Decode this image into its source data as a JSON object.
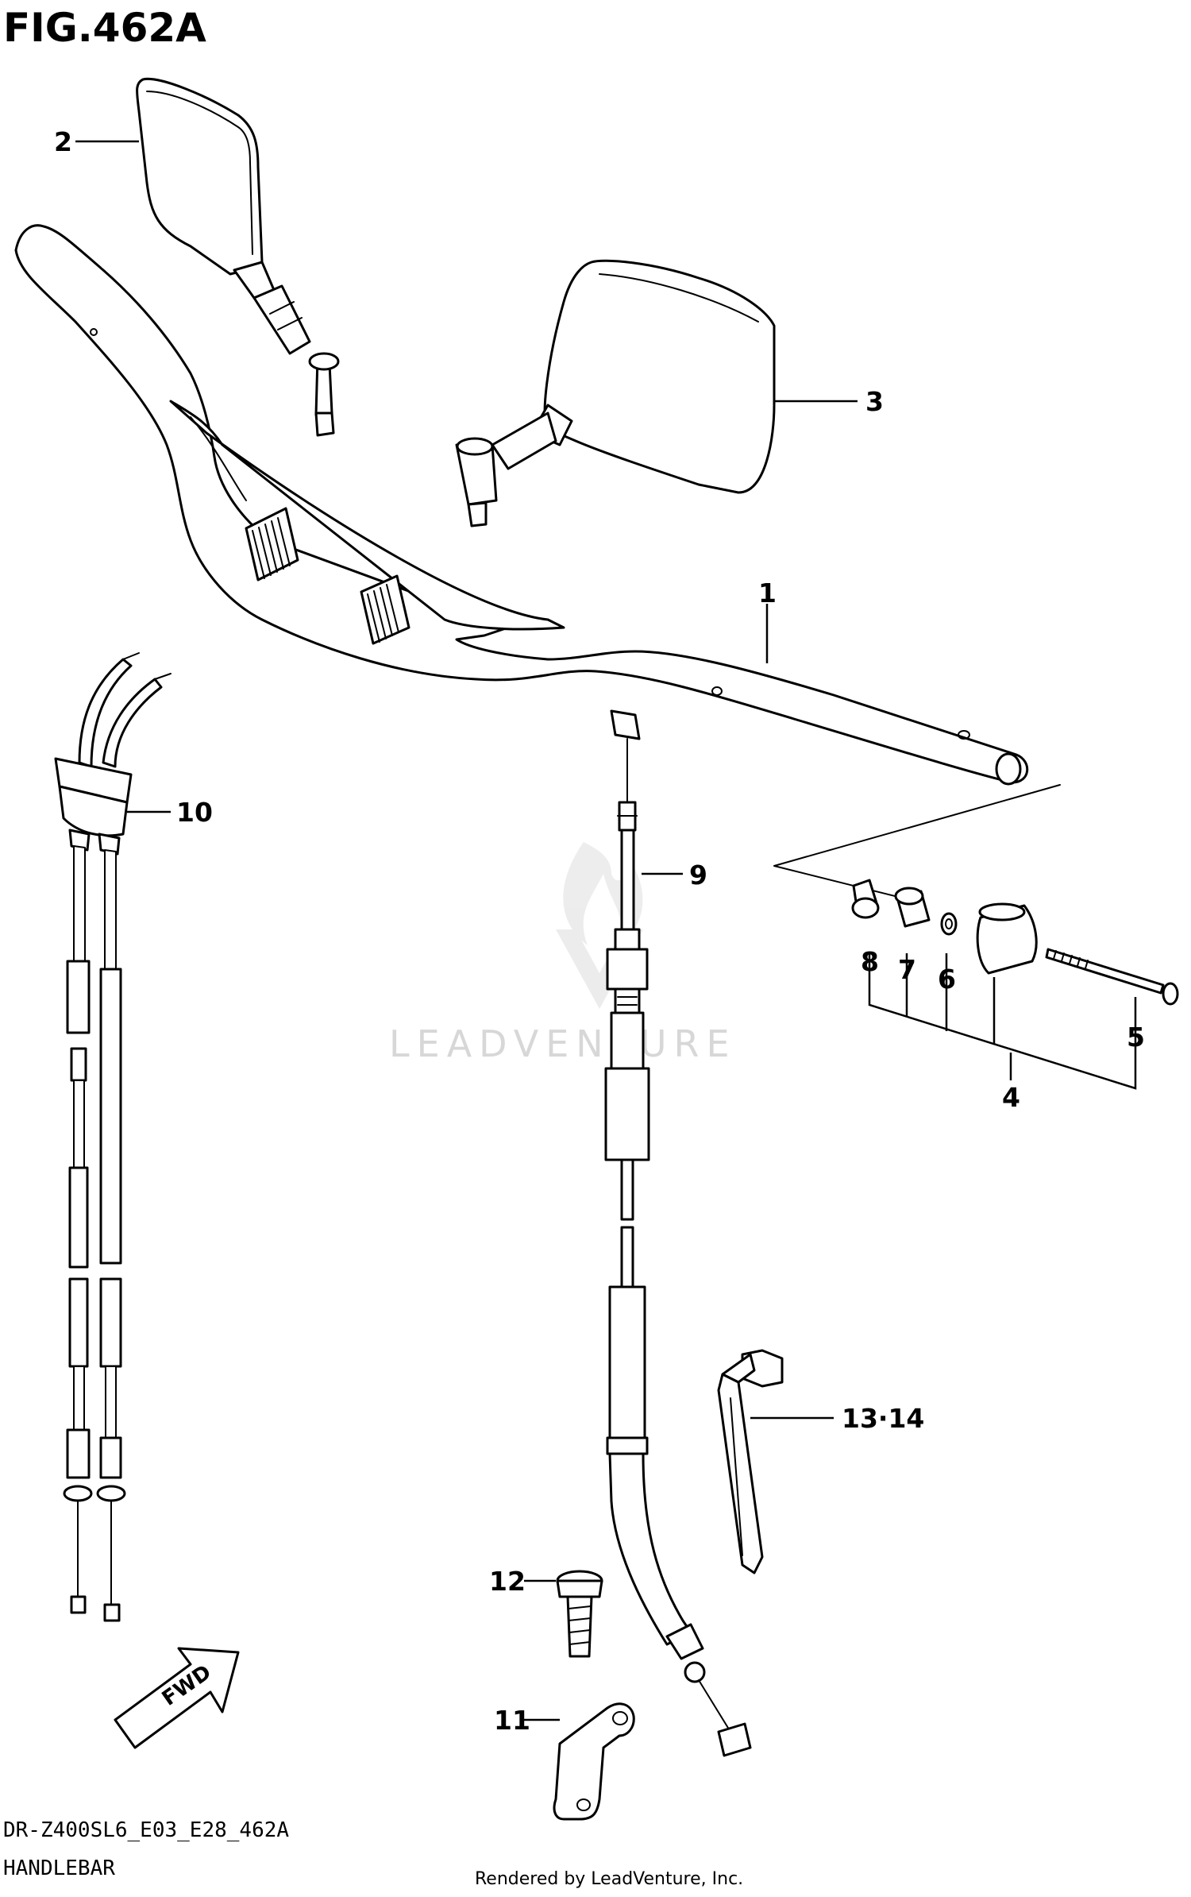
{
  "figure": {
    "title": "FIG.462A",
    "code": "DR-Z400SL6_E03_E28_462A",
    "name": "HANDLEBAR"
  },
  "watermark": {
    "text": "LEADVENTURE"
  },
  "credit": "Rendered by LeadVenture, Inc.",
  "fwd_label": "FWD",
  "callouts": {
    "c1": "1",
    "c2": "2",
    "c3": "3",
    "c4": "4",
    "c5": "5",
    "c6": "6",
    "c7": "7",
    "c8": "8",
    "c9": "9",
    "c10": "10",
    "c11": "11",
    "c12": "12",
    "c13_14": "13·14"
  },
  "icons": {
    "watermark_logo": "flame-v-logo-icon",
    "direction": "forward-arrow-icon"
  }
}
